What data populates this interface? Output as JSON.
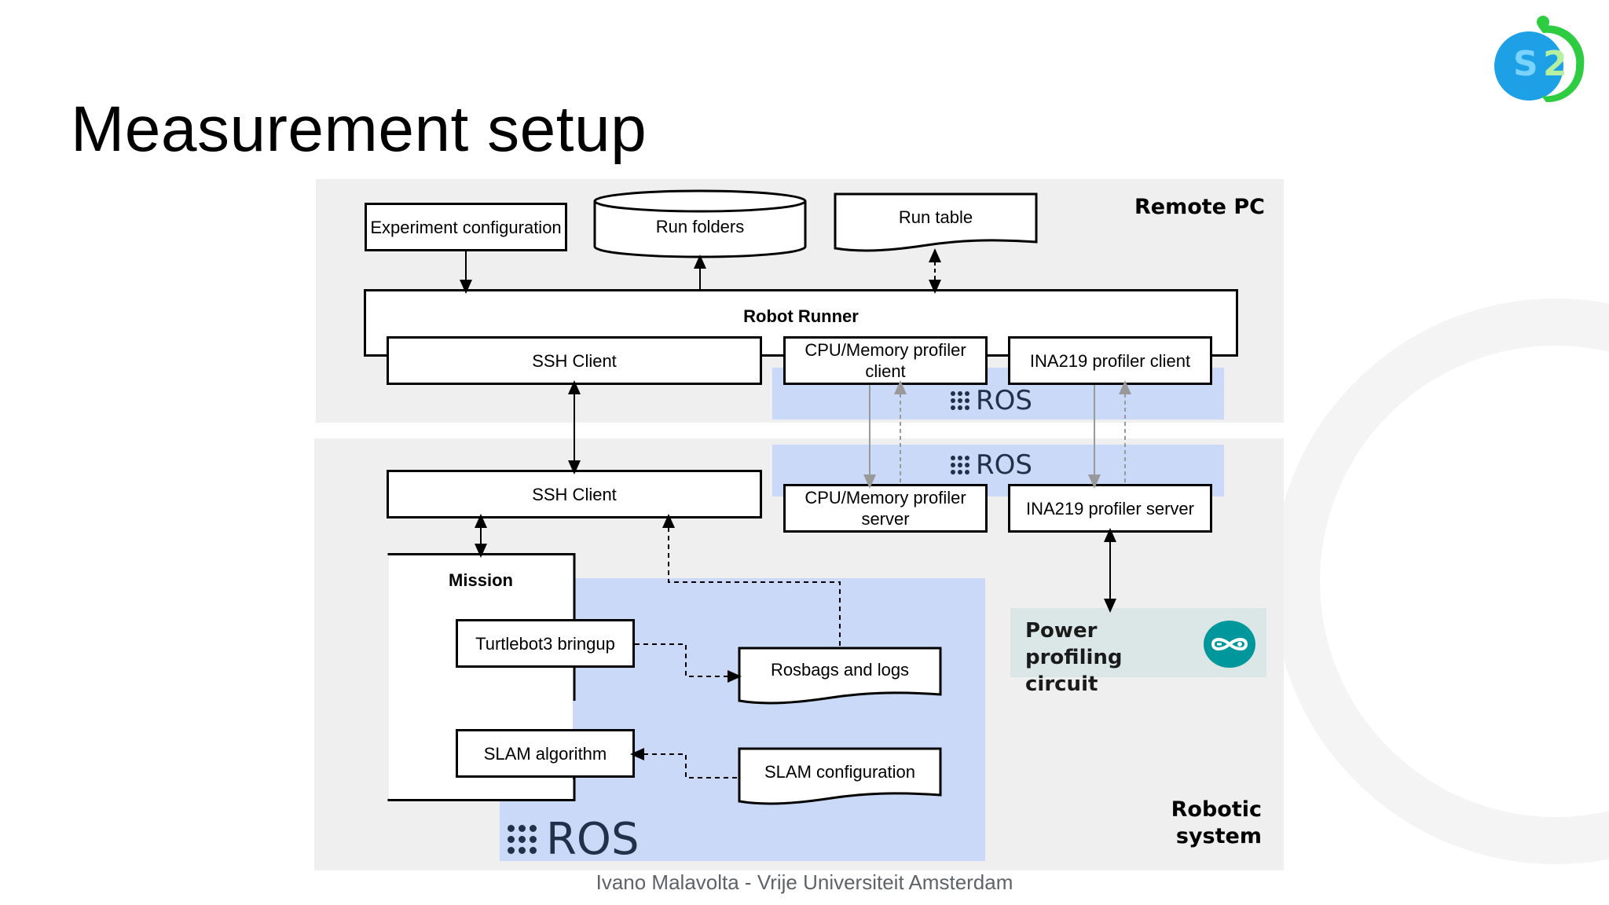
{
  "slide": {
    "title": "Measurement setup",
    "footer": "Ivano Malavolta - Vrije Universiteit Amsterdam"
  },
  "remote_pc": {
    "label": "Remote PC",
    "experiment_config": "Experiment configuration",
    "run_folders": "Run folders",
    "run_table": "Run table",
    "robot_runner": "Robot Runner",
    "ssh_client": "SSH Client",
    "cpu_client": "CPU/Memory profiler client",
    "ina_client": "INA219 profiler client",
    "ros": "ROS"
  },
  "robotic_system": {
    "label": "Robotic system",
    "ssh_client": "SSH Client",
    "cpu_server": "CPU/Memory profiler server",
    "ina_server": "INA219 profiler server",
    "ros_top": "ROS",
    "ros_bottom": "ROS",
    "mission": "Mission",
    "turtlebot": "Turtlebot3 bringup",
    "slam_algorithm": "SLAM algorithm",
    "rosbags": "Rosbags and logs",
    "slam_config": "SLAM configuration",
    "power_circuit": "Power profiling circuit"
  },
  "colors": {
    "region": "#efefef",
    "ros_area": "#c9d9f7",
    "power_box": "#dbe6e6",
    "arduino": "#00979c",
    "logo_blue": "#1ea0e6",
    "logo_green": "#2ecc40"
  },
  "icons": {
    "logo": "s2-logo",
    "arduino": "arduino-infinity-icon",
    "ros": "ros-dots-icon"
  }
}
